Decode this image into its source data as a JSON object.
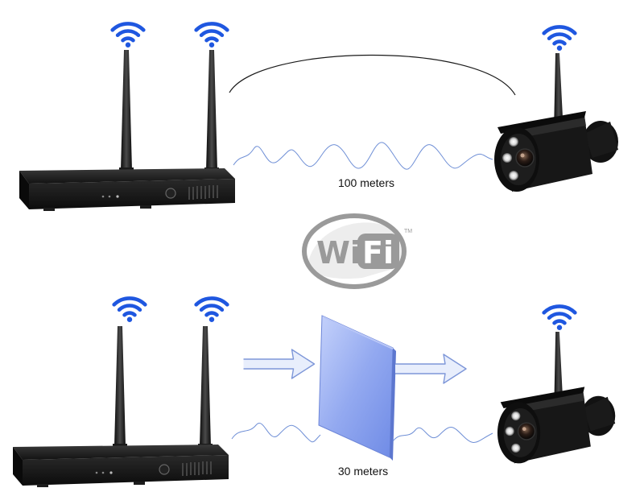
{
  "scenarios": [
    {
      "id": "open-air",
      "distance_label": "100 meters",
      "obstacle": false
    },
    {
      "id": "through-wall",
      "distance_label": "30 meters",
      "obstacle": true
    }
  ],
  "logo": {
    "text_left": "Wi",
    "text_right": "Fi",
    "trademark": "TM"
  },
  "colors": {
    "signal_blue": "#1f57e0",
    "signal_wave": "#6f8fd6",
    "device_black": "#151515",
    "wall_fill": "#8aa3ef",
    "arrow_fill": "#e8eefc",
    "arrow_stroke": "#7d96d8",
    "logo_gray": "#9a9a9a"
  },
  "icons": [
    "wifi-signal-icon",
    "nvr-recorder",
    "bullet-camera",
    "wall-obstacle",
    "arrow-right-icon"
  ]
}
